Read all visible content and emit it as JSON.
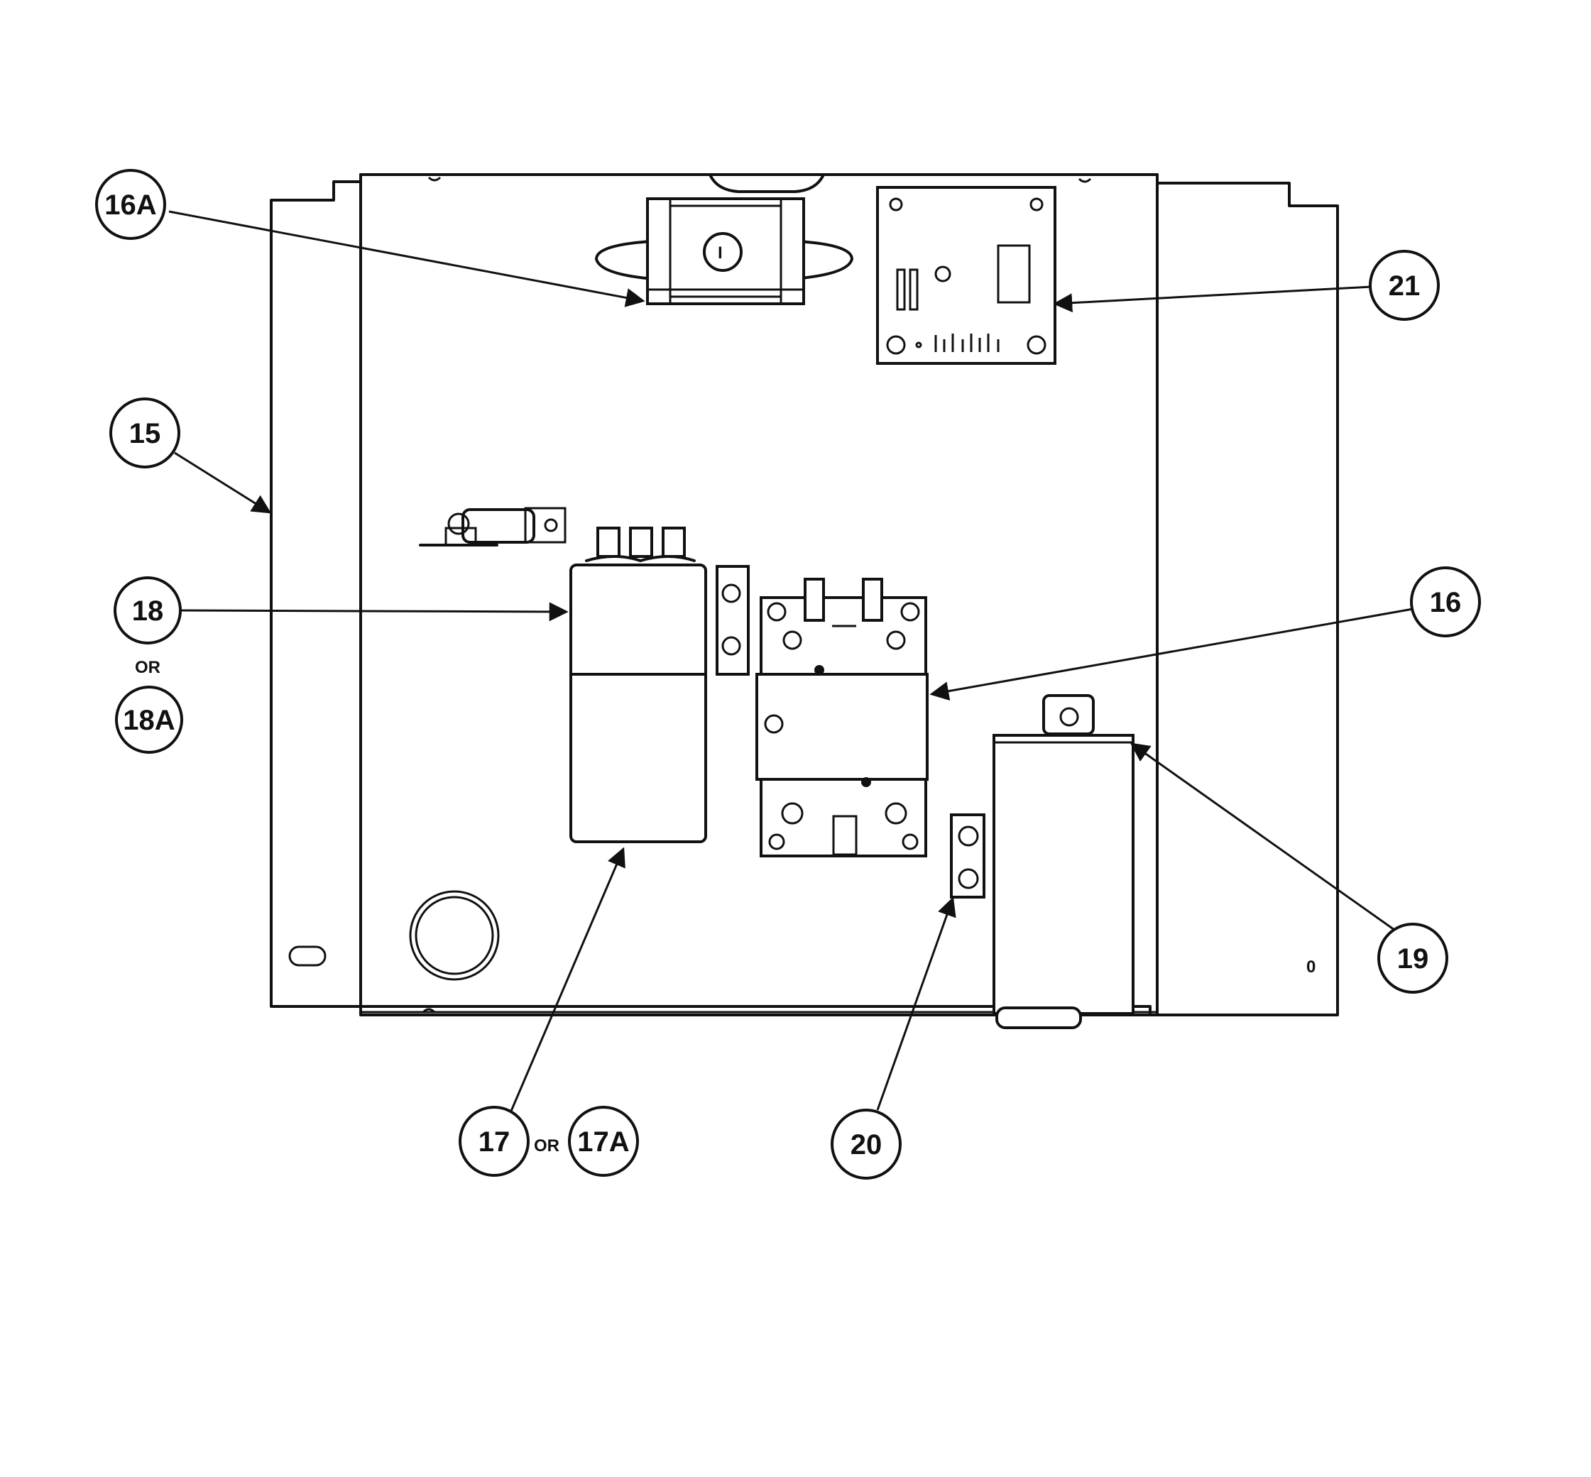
{
  "callouts": {
    "c16a": "16A",
    "c21": "21",
    "c15": "15",
    "c18": "18",
    "c18_or": "OR",
    "c18a": "18A",
    "c16": "16",
    "c19": "19",
    "c17": "17",
    "c17_or": "OR",
    "c17a": "17A",
    "c20": "20"
  },
  "panel_marks": {
    "transformer_symbol": "I",
    "small_mark": "0"
  },
  "colors": {
    "line": "#111111",
    "paper": "#ffffff"
  }
}
